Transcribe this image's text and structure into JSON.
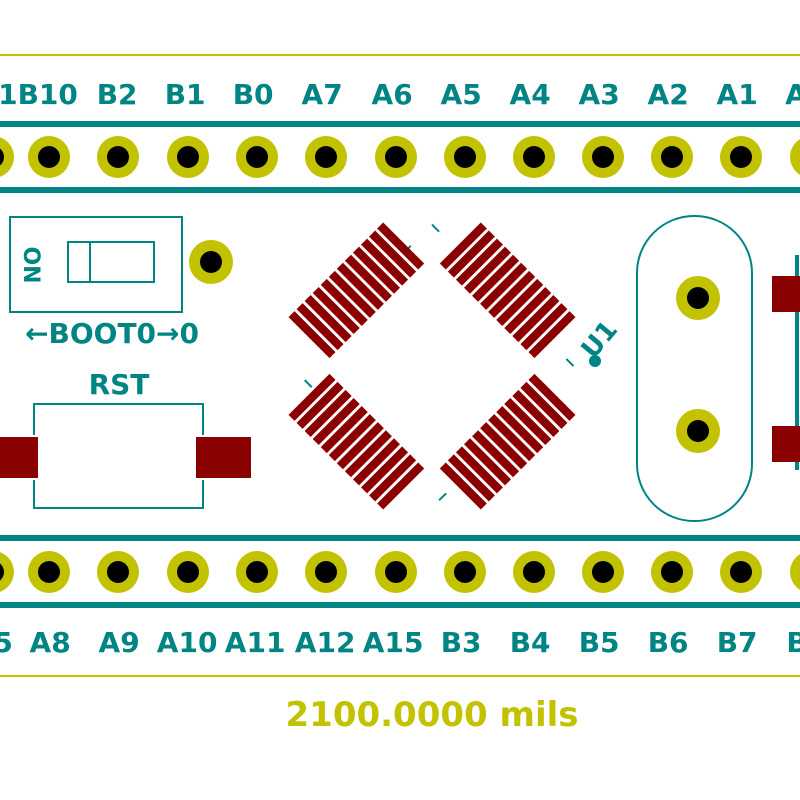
{
  "top_header_labels": [
    "1B10",
    "B2",
    "B1",
    "B0",
    "A7",
    "A6",
    "A5",
    "A4",
    "A3",
    "A2",
    "A1",
    "A"
  ],
  "bottom_header_labels": [
    "5",
    "A8",
    "A9",
    "A10",
    "A11",
    "A12",
    "A15",
    "B3",
    "B4",
    "B5",
    "B6",
    "B7",
    "B"
  ],
  "boot_switch": {
    "on_text": "ON",
    "label": "←BOOT0→0"
  },
  "reset_button": {
    "label": "RST"
  },
  "mcu": {
    "reference": "U1"
  },
  "dimension": {
    "text": "2100.0000 mils"
  },
  "colors": {
    "silkscreen": "#008484",
    "copper": "#8b0000",
    "pad_ring": "#c2c200",
    "drill": "#000000",
    "outline": "#c2c200"
  }
}
